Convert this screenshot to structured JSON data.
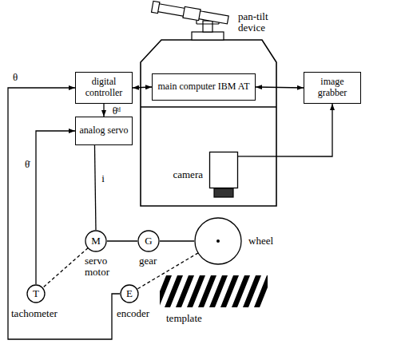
{
  "diagram": {
    "nodes": [
      {
        "text": [
          "digital controller"
        ]
      },
      {
        "text": [
          "main computer IBM AT"
        ]
      },
      {
        "text": [
          "image grabber"
        ]
      },
      {
        "text": [
          "analog servo"
        ]
      },
      {
        "text": [
          "camera"
        ]
      },
      {
        "text": [
          "M"
        ]
      },
      {
        "text": [
          "G"
        ]
      },
      {
        "text": [
          "wheel"
        ]
      },
      {
        "text": [
          "T"
        ]
      },
      {
        "text": [
          "E"
        ]
      }
    ],
    "edges": [
      {
        "from": 0,
        "to": 1,
        "arrow": "both"
      },
      {
        "from": 1,
        "to": 2,
        "arrow": "both"
      },
      {
        "from": 4,
        "to": 2,
        "arrow": "to"
      },
      {
        "from": 0,
        "to": 3,
        "label": "θ̇ᵈ",
        "arrow": "to"
      },
      {
        "from": 3,
        "to": 5,
        "label": "i",
        "arrow": "none"
      },
      {
        "from": 5,
        "to": 6,
        "arrow": "none"
      },
      {
        "from": 6,
        "to": 7,
        "arrow": "none"
      },
      {
        "from": 5,
        "to": 8,
        "arrow": "none"
      },
      {
        "from": 7,
        "to": 9,
        "arrow": "none"
      },
      {
        "from": 8,
        "to": 3,
        "label": "θ̇",
        "arrow": "to"
      },
      {
        "from": 9,
        "to": 0,
        "label": "θ",
        "arrow": "to"
      }
    ],
    "labels": [
      "pan-tilt device",
      "servo motor",
      "gear",
      "tachometer",
      "encoder",
      "template"
    ]
  }
}
